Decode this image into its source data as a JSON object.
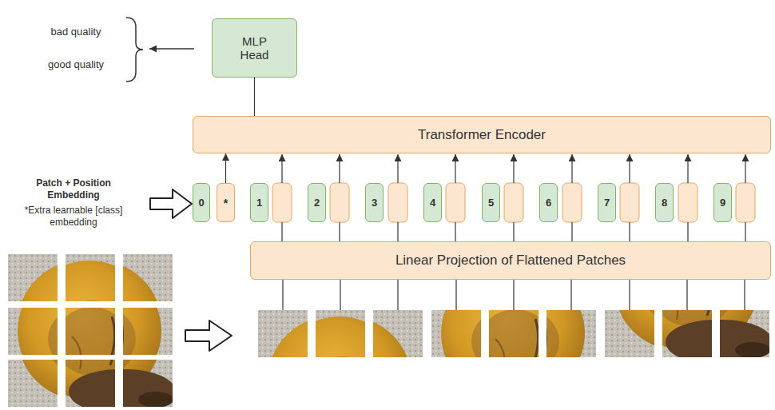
{
  "diagram": {
    "nodes": [
      {
        "text": [
          "MLP Head"
        ]
      },
      {
        "text": [
          "Transformer Encoder"
        ]
      },
      {
        "text": [
          "0"
        ]
      },
      {
        "text": [
          "*"
        ]
      },
      {
        "text": [
          "1"
        ]
      },
      {
        "text": [
          "2"
        ]
      },
      {
        "text": [
          "3"
        ]
      },
      {
        "text": [
          "4"
        ]
      },
      {
        "text": [
          "5"
        ]
      },
      {
        "text": [
          "6"
        ]
      },
      {
        "text": [
          "7"
        ]
      },
      {
        "text": [
          "8"
        ]
      },
      {
        "text": [
          "9"
        ]
      },
      {
        "text": [
          "Linear Projection of Flattened Patches"
        ]
      }
    ],
    "edges": [
      {
        "from": 1,
        "to": 0,
        "arrow": "none"
      },
      {
        "from": 3,
        "to": 1,
        "arrow": "to"
      }
    ],
    "labels": [
      "bad quality",
      "good quality",
      "Patch + Position Embedding",
      "*Extra learnable [class] embedding"
    ]
  }
}
